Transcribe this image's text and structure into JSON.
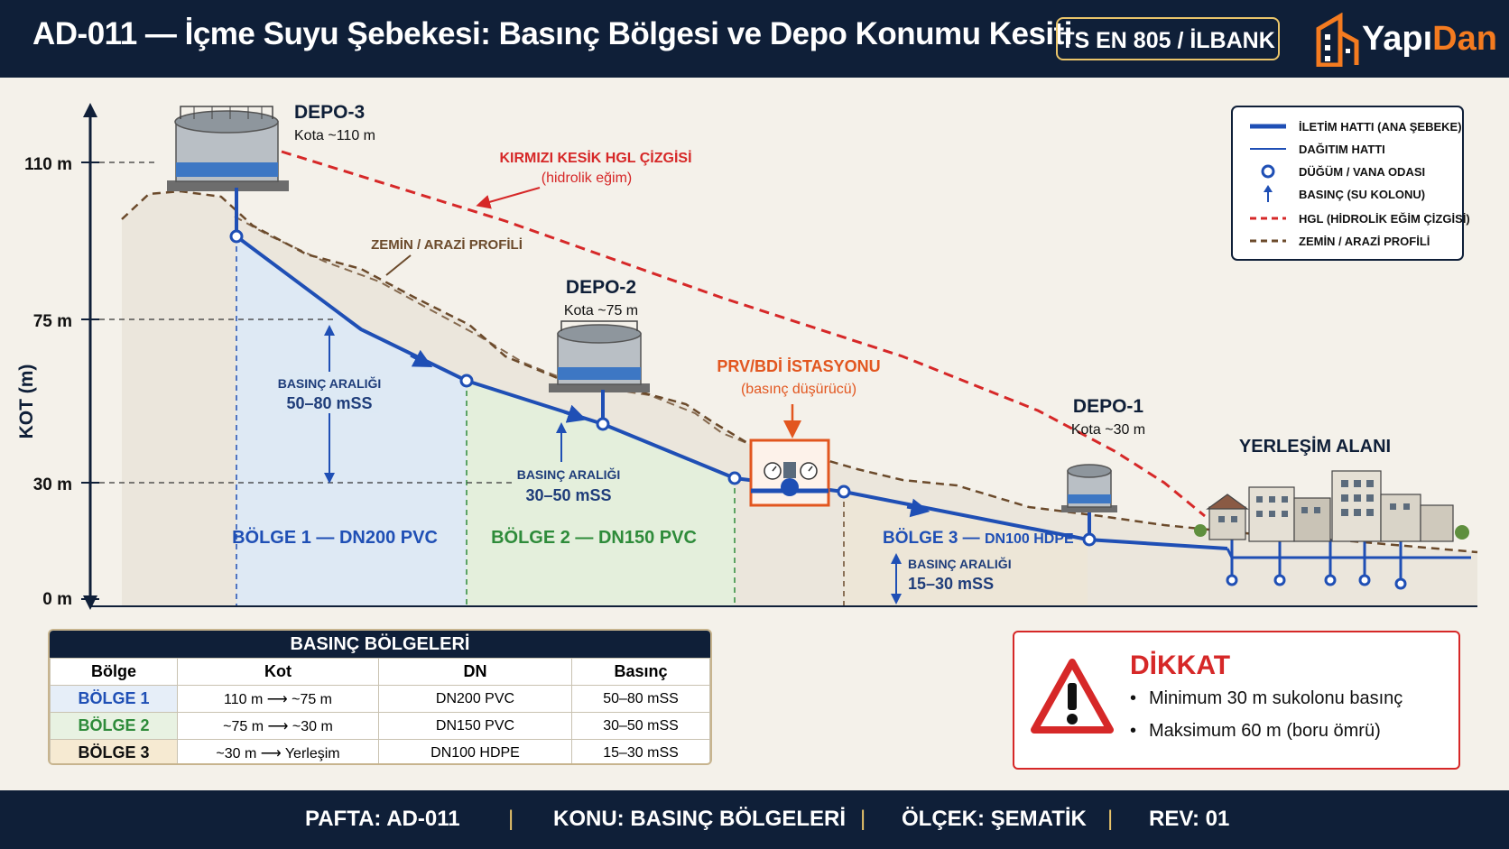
{
  "header": {
    "title": "AD-011 — İçme Suyu Şebekesi: Basınç Bölgesi ve Depo Konumu Kesiti",
    "standard_badge": "TS EN 805 / İLBANK",
    "brand": {
      "part1": "Yapı",
      "part2": "Dan"
    }
  },
  "axis": {
    "label": "KOT (m)",
    "ticks": [
      "110 m",
      "75 m",
      "30 m",
      "0 m"
    ]
  },
  "tanks": {
    "depo3": {
      "name": "DEPO-3",
      "level": "Kota ~110 m"
    },
    "depo2": {
      "name": "DEPO-2",
      "level": "Kota ~75 m"
    },
    "depo1": {
      "name": "DEPO-1",
      "level": "Kota ~30 m"
    }
  },
  "annotations": {
    "hgl_title": "KIRMIZI KESİK HGL ÇİZGİSİ",
    "hgl_sub": "(hidrolik eğim)",
    "terrain": "ZEMİN / ARAZİ PROFİLİ",
    "prv_title": "PRV/BDİ İSTASYONU",
    "prv_sub": "(basınç düşürücü)",
    "settlement": "YERLEŞİM ALANI"
  },
  "zones": [
    {
      "name": "BÖLGE 1 — DN200 PVC",
      "range_label": "BASINÇ ARALIĞI",
      "range_value": "50–80 mSS"
    },
    {
      "name": "BÖLGE 2 — DN150 PVC",
      "range_label": "BASINÇ ARALIĞI",
      "range_value": "30–50 mSS"
    },
    {
      "name_a": "BÖLGE 3 — ",
      "name_b": "DN100 HDPE",
      "range_label": "BASINÇ ARALIĞI",
      "range_value": "15–30 mSS"
    }
  ],
  "legend": {
    "items": [
      "İLETİM HATTI (ANA ŞEBEKE)",
      "DAĞITIM HATTI",
      "DÜĞÜM / VANA ODASI",
      "BASINÇ (SU KOLONU)",
      "HGL (HİDROLİK EĞİM ÇİZGİSİ)",
      "ZEMİN / ARAZİ PROFİLİ"
    ]
  },
  "table": {
    "title": "BASINÇ BÖLGELERİ",
    "headers": [
      "Bölge",
      "Kot",
      "DN",
      "Basınç"
    ],
    "rows": [
      [
        "BÖLGE 1",
        "110 m  ⟶  ~75 m",
        "DN200 PVC",
        "50–80 mSS"
      ],
      [
        "BÖLGE 2",
        "~75 m  ⟶  ~30 m",
        "DN150 PVC",
        "30–50 mSS"
      ],
      [
        "BÖLGE 3",
        "~30 m  ⟶  Yerleşim",
        "DN100 HDPE",
        "15–30 mSS"
      ]
    ]
  },
  "warning": {
    "title": "DİKKAT",
    "items": [
      "Minimum 30 m sukolonu basınç",
      "Maksimum 60 m (boru ömrü)"
    ]
  },
  "footer": {
    "sheet": "PAFTA: AD-011",
    "topic": "KONU: BASINÇ BÖLGELERİ",
    "scale": "ÖLÇEK: ŞEMATİK",
    "rev": "REV: 01",
    "separator": "|"
  },
  "colors": {
    "navy": "#0f1f38",
    "transmission": "#1f4fb5",
    "hgl": "#d62828",
    "terrain": "#6b4a2b",
    "prv": "#e2561f",
    "zone1": "#1f4fb5",
    "zone2": "#2e8b3a",
    "zone3": "#c77a14"
  }
}
